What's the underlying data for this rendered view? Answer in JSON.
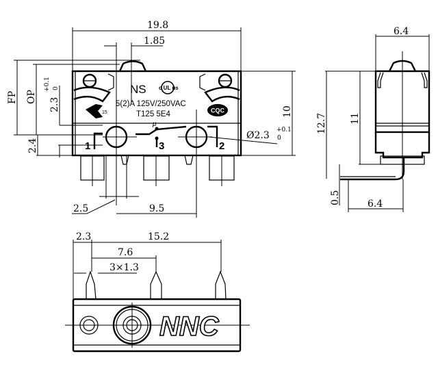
{
  "front_view": {
    "dims": {
      "overall_width": "19.8",
      "actuator_offset": "1.85",
      "fp": "FP",
      "op": "OP",
      "hole_offset": "2.3",
      "hole_tol_plus": "+0.1",
      "hole_tol_minus": "0",
      "hole_height": "2.4",
      "height": "10",
      "hole_diameter": "Ø2.3",
      "pin_width": "2.5",
      "hole_pitch": "9.5"
    },
    "markings": {
      "series": "NS",
      "ul_mark": "c UL us",
      "rating": "5(2)A 125V/250VAC",
      "code": "T125 5E4",
      "cqc": "CQC",
      "enec_number": "15",
      "micro_symbol": "μ",
      "terminal_1": "1",
      "terminal_2": "2",
      "terminal_3": "3"
    }
  },
  "side_view": {
    "dims": {
      "width_top": "6.4",
      "height_total": "12.7",
      "height_body": "11",
      "lead_thickness": "0.5",
      "lead_length": "6.4"
    }
  },
  "bottom_view": {
    "dims": {
      "edge_to_pin": "2.3",
      "pin_span": "15.2",
      "pin_pitch": "7.6",
      "pin_width": "3×1.3"
    },
    "logo": "NNC"
  }
}
